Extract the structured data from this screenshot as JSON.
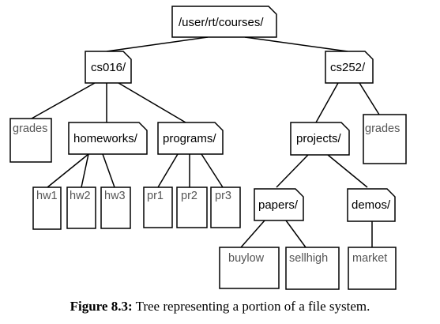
{
  "folders": {
    "root": "/user/rt/courses/",
    "cs016": "cs016/",
    "cs252": "cs252/",
    "homeworks": "homeworks/",
    "programs": "programs/",
    "projects": "projects/",
    "papers": "papers/",
    "demos": "demos/"
  },
  "files": {
    "grades_cs016": "grades",
    "grades_cs252": "grades",
    "hw1": "hw1",
    "hw2": "hw2",
    "hw3": "hw3",
    "pr1": "pr1",
    "pr2": "pr2",
    "pr3": "pr3",
    "buylow": "buylow",
    "sellhigh": "sellhigh",
    "market": "market"
  },
  "caption": {
    "label": "Figure 8.3:",
    "text": " Tree representing a portion of a file system."
  }
}
